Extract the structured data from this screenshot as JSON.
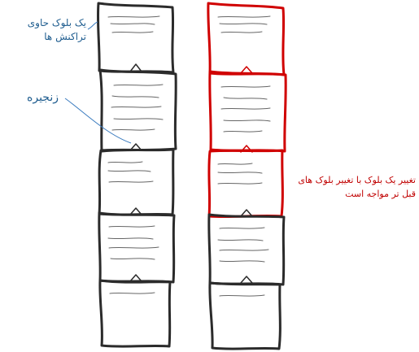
{
  "annotations": {
    "block_label": {
      "line1": "یک بلوک حاوی",
      "line2": "تراکنش ها",
      "color": "#1f5d8f"
    },
    "chain_label": {
      "text": "زنجیره",
      "color": "#1f5d8f"
    },
    "change_label": {
      "line1": "تغییر یک بلوک با تغییر بلوک های",
      "line2": "قبل تر مواجه است",
      "color": "#c00000"
    }
  },
  "colors": {
    "ink": "#2b2b2b",
    "highlight": "#d00000",
    "pointer": "#3a7bbf"
  },
  "chains": [
    {
      "name": "original-chain",
      "blocks": 5,
      "highlighted_blocks": []
    },
    {
      "name": "tampered-chain",
      "blocks": 5,
      "highlighted_blocks": [
        1,
        2,
        3
      ]
    }
  ]
}
